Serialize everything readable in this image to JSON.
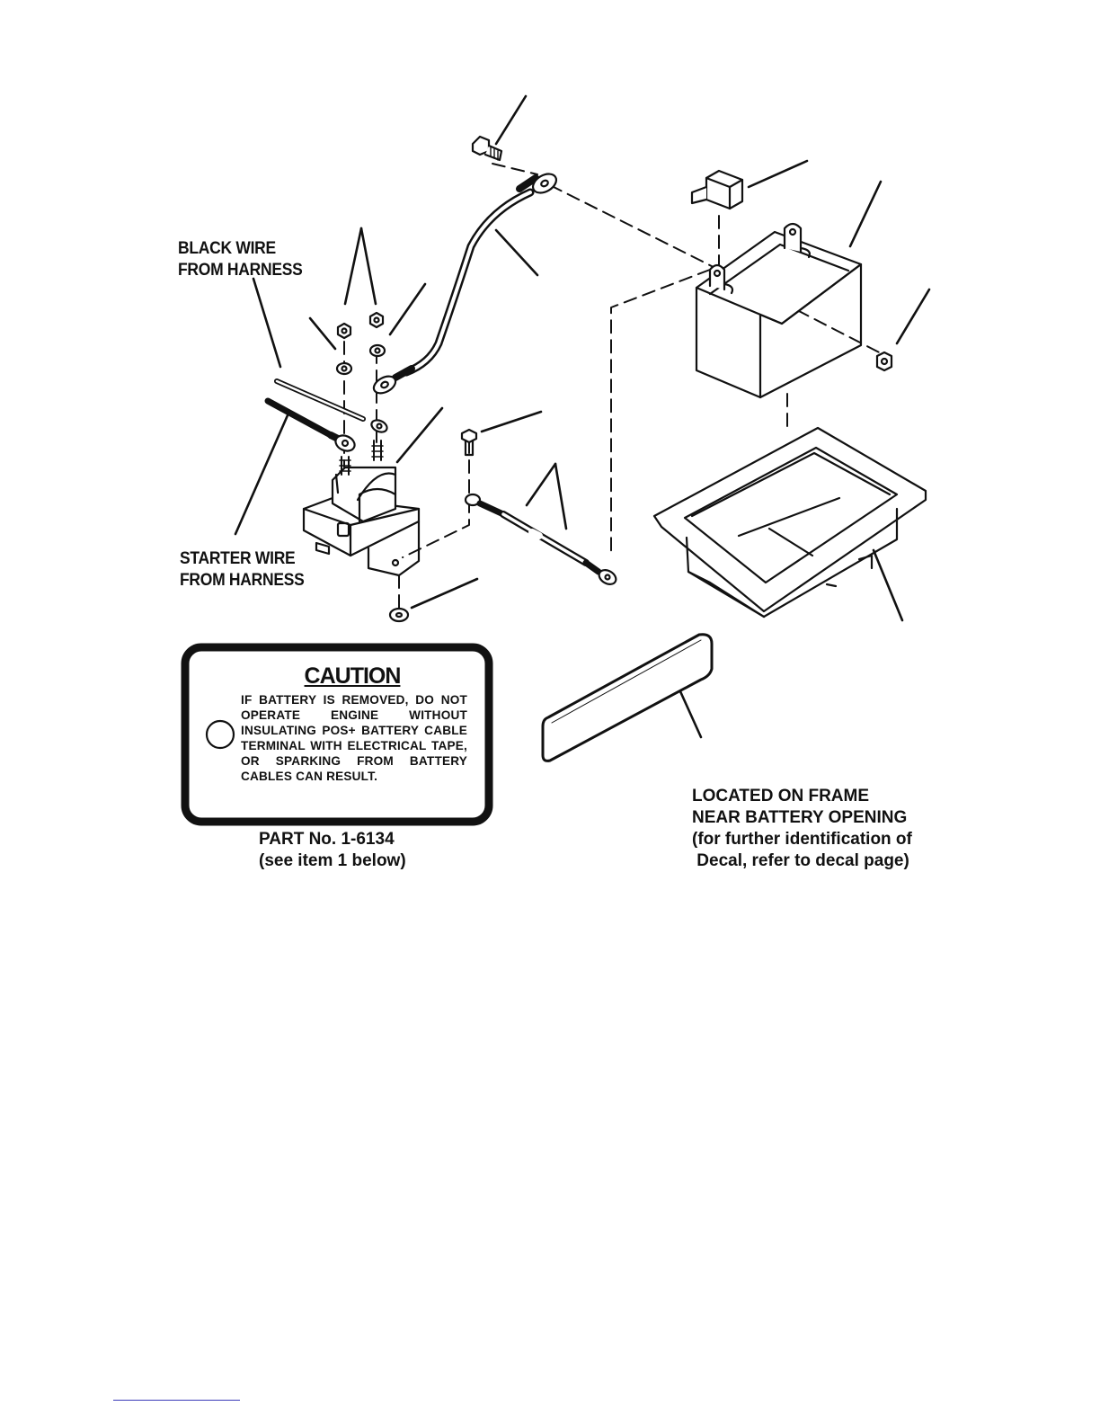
{
  "labels": {
    "black_wire": [
      "BLACK WIRE",
      "FROM HARNESS"
    ],
    "starter_wire": [
      "STARTER WIRE",
      "FROM HARNESS"
    ],
    "part_number": [
      "PART No. 1-6134",
      "(see item 1 below)"
    ],
    "decal_location": [
      "LOCATED ON FRAME",
      "NEAR BATTERY OPENING",
      "(for further identification of",
      " Decal, refer to decal page)"
    ]
  },
  "caution_decal": {
    "title": "CAUTION",
    "text": "IF BATTERY IS REMOVED, DO NOT OPERATE ENGINE WITHOUT INSULATING POS+ BATTERY CABLE TERMINAL WITH ELECTRICAL TAPE, OR SPARKING FROM BATTERY CABLES CAN RESULT."
  },
  "icons": [
    "solenoid-icon",
    "battery-icon",
    "battery-tray-icon",
    "battery-cable-icon",
    "bolt-icon",
    "nut-icon",
    "terminal-boot-icon",
    "decal-icon"
  ],
  "colors": {
    "ink": "#111111",
    "background": "#ffffff",
    "footer_rule": "#3a3ab8"
  }
}
